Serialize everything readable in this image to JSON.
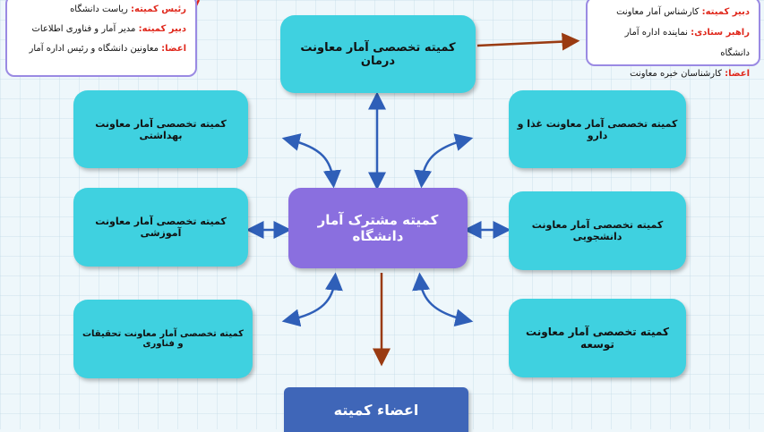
{
  "left_info": {
    "rows": [
      {
        "label": "رئیس کمیته:",
        "value": "ریاست دانشگاه"
      },
      {
        "label": "دبیر کمیته:",
        "value": "مدیر آمار و فناوری اطلاعات"
      },
      {
        "label": "اعضا:",
        "value": "معاونین دانشگاه و رئیس اداره آمار"
      }
    ]
  },
  "right_info": {
    "rows": [
      {
        "label": "دبیر کمیته:",
        "value": "کارشناس آمار معاونت"
      },
      {
        "label": "راهبر ستادی:",
        "value": "نماینده اداره آمار دانشگاه"
      },
      {
        "label": "اعضا:",
        "value": "کارشناسان خبره معاونت"
      }
    ]
  },
  "center": {
    "label": "کمیته مشترک آمار دانشگاه"
  },
  "top": {
    "label": "کمیته تخصصی آمار معاونت درمان"
  },
  "left_boxes": [
    {
      "label": "کمیته تخصصی آمار معاونت بهداشتی"
    },
    {
      "label": "کمیته تخصصی آمار معاونت آموزشی"
    },
    {
      "label": "کمیته تخصصی آمار معاونت تحقیقات و فناوری"
    }
  ],
  "right_boxes": [
    {
      "label": "کمیته تخصصی آمار معاونت غذا و دارو"
    },
    {
      "label": "کمیته تخصصی آمار معاونت دانشجویی"
    },
    {
      "label": "کمیته تخصصی آمار معاونت توسعه"
    }
  ],
  "members": {
    "label": "اعضاء کمیته"
  },
  "colors": {
    "box": "#3fd1e0",
    "center": "#8a6fdf",
    "members": "#3f66b8",
    "arrow_blue": "#2f5fb8",
    "arrow_brown": "#9a3b12",
    "label_red": "#e0281c"
  }
}
